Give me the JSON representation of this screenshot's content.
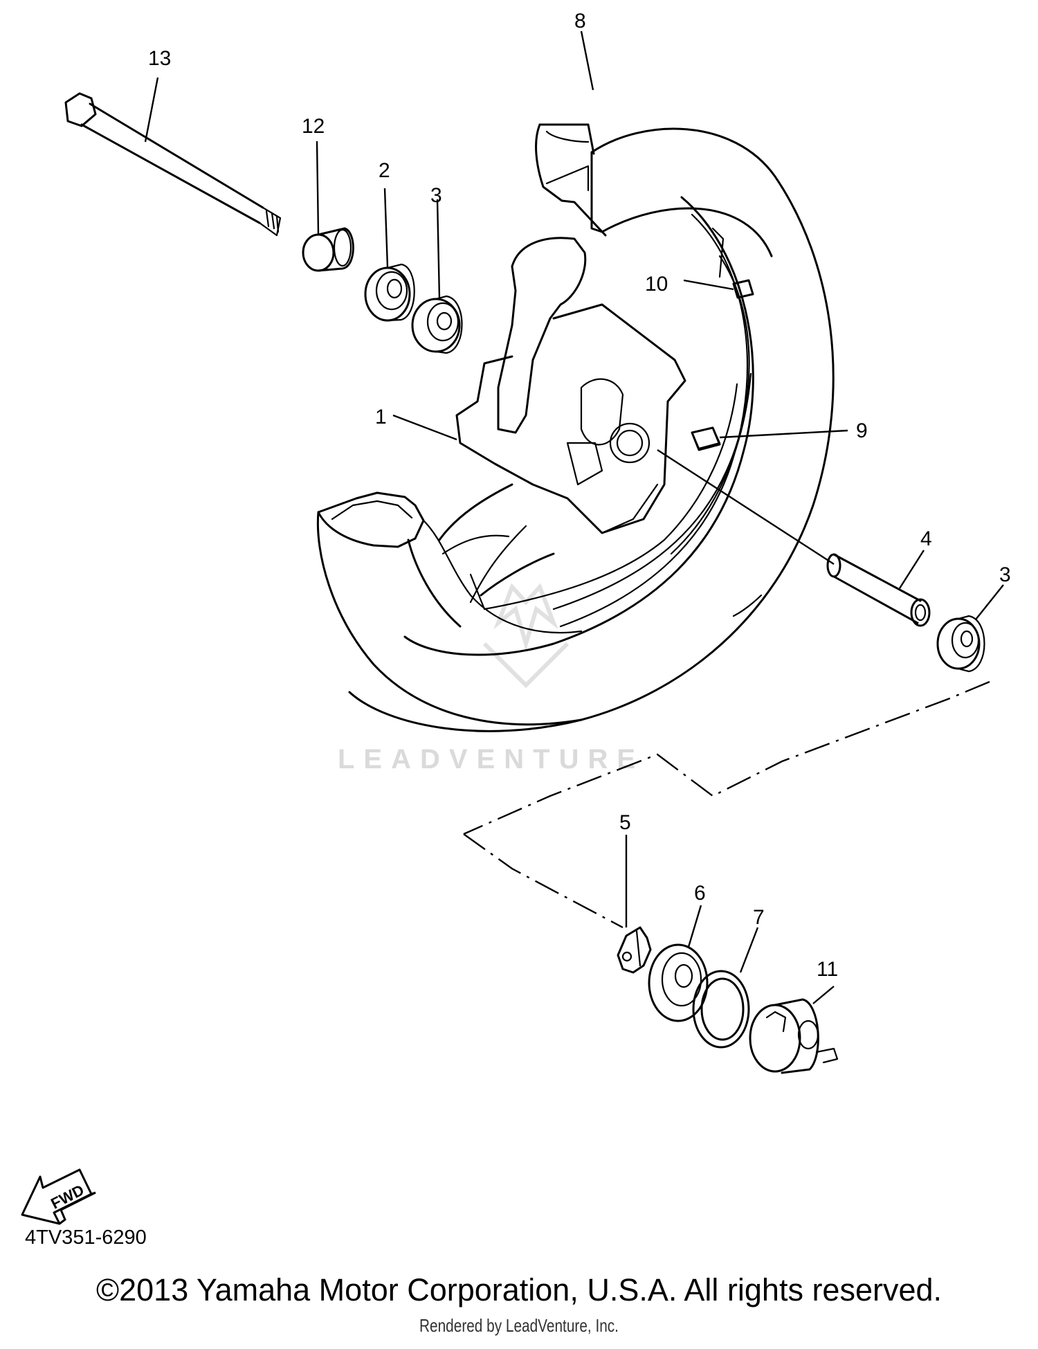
{
  "diagram": {
    "callouts": [
      {
        "id": "1",
        "label": "1"
      },
      {
        "id": "2",
        "label": "2"
      },
      {
        "id": "3a",
        "label": "3"
      },
      {
        "id": "3b",
        "label": "3"
      },
      {
        "id": "4",
        "label": "4"
      },
      {
        "id": "5",
        "label": "5"
      },
      {
        "id": "6",
        "label": "6"
      },
      {
        "id": "7",
        "label": "7"
      },
      {
        "id": "8",
        "label": "8"
      },
      {
        "id": "9",
        "label": "9"
      },
      {
        "id": "10",
        "label": "10"
      },
      {
        "id": "11",
        "label": "11"
      },
      {
        "id": "12",
        "label": "12"
      },
      {
        "id": "13",
        "label": "13"
      }
    ],
    "fwd_label": "FWD",
    "diagram_code": "4TV351-6290",
    "watermark": "LEADVENTURE"
  },
  "footer": {
    "copyright": "©2013 Yamaha Motor Corporation, U.S.A. All rights reserved.",
    "rendered_by": "Rendered by LeadVenture, Inc."
  }
}
